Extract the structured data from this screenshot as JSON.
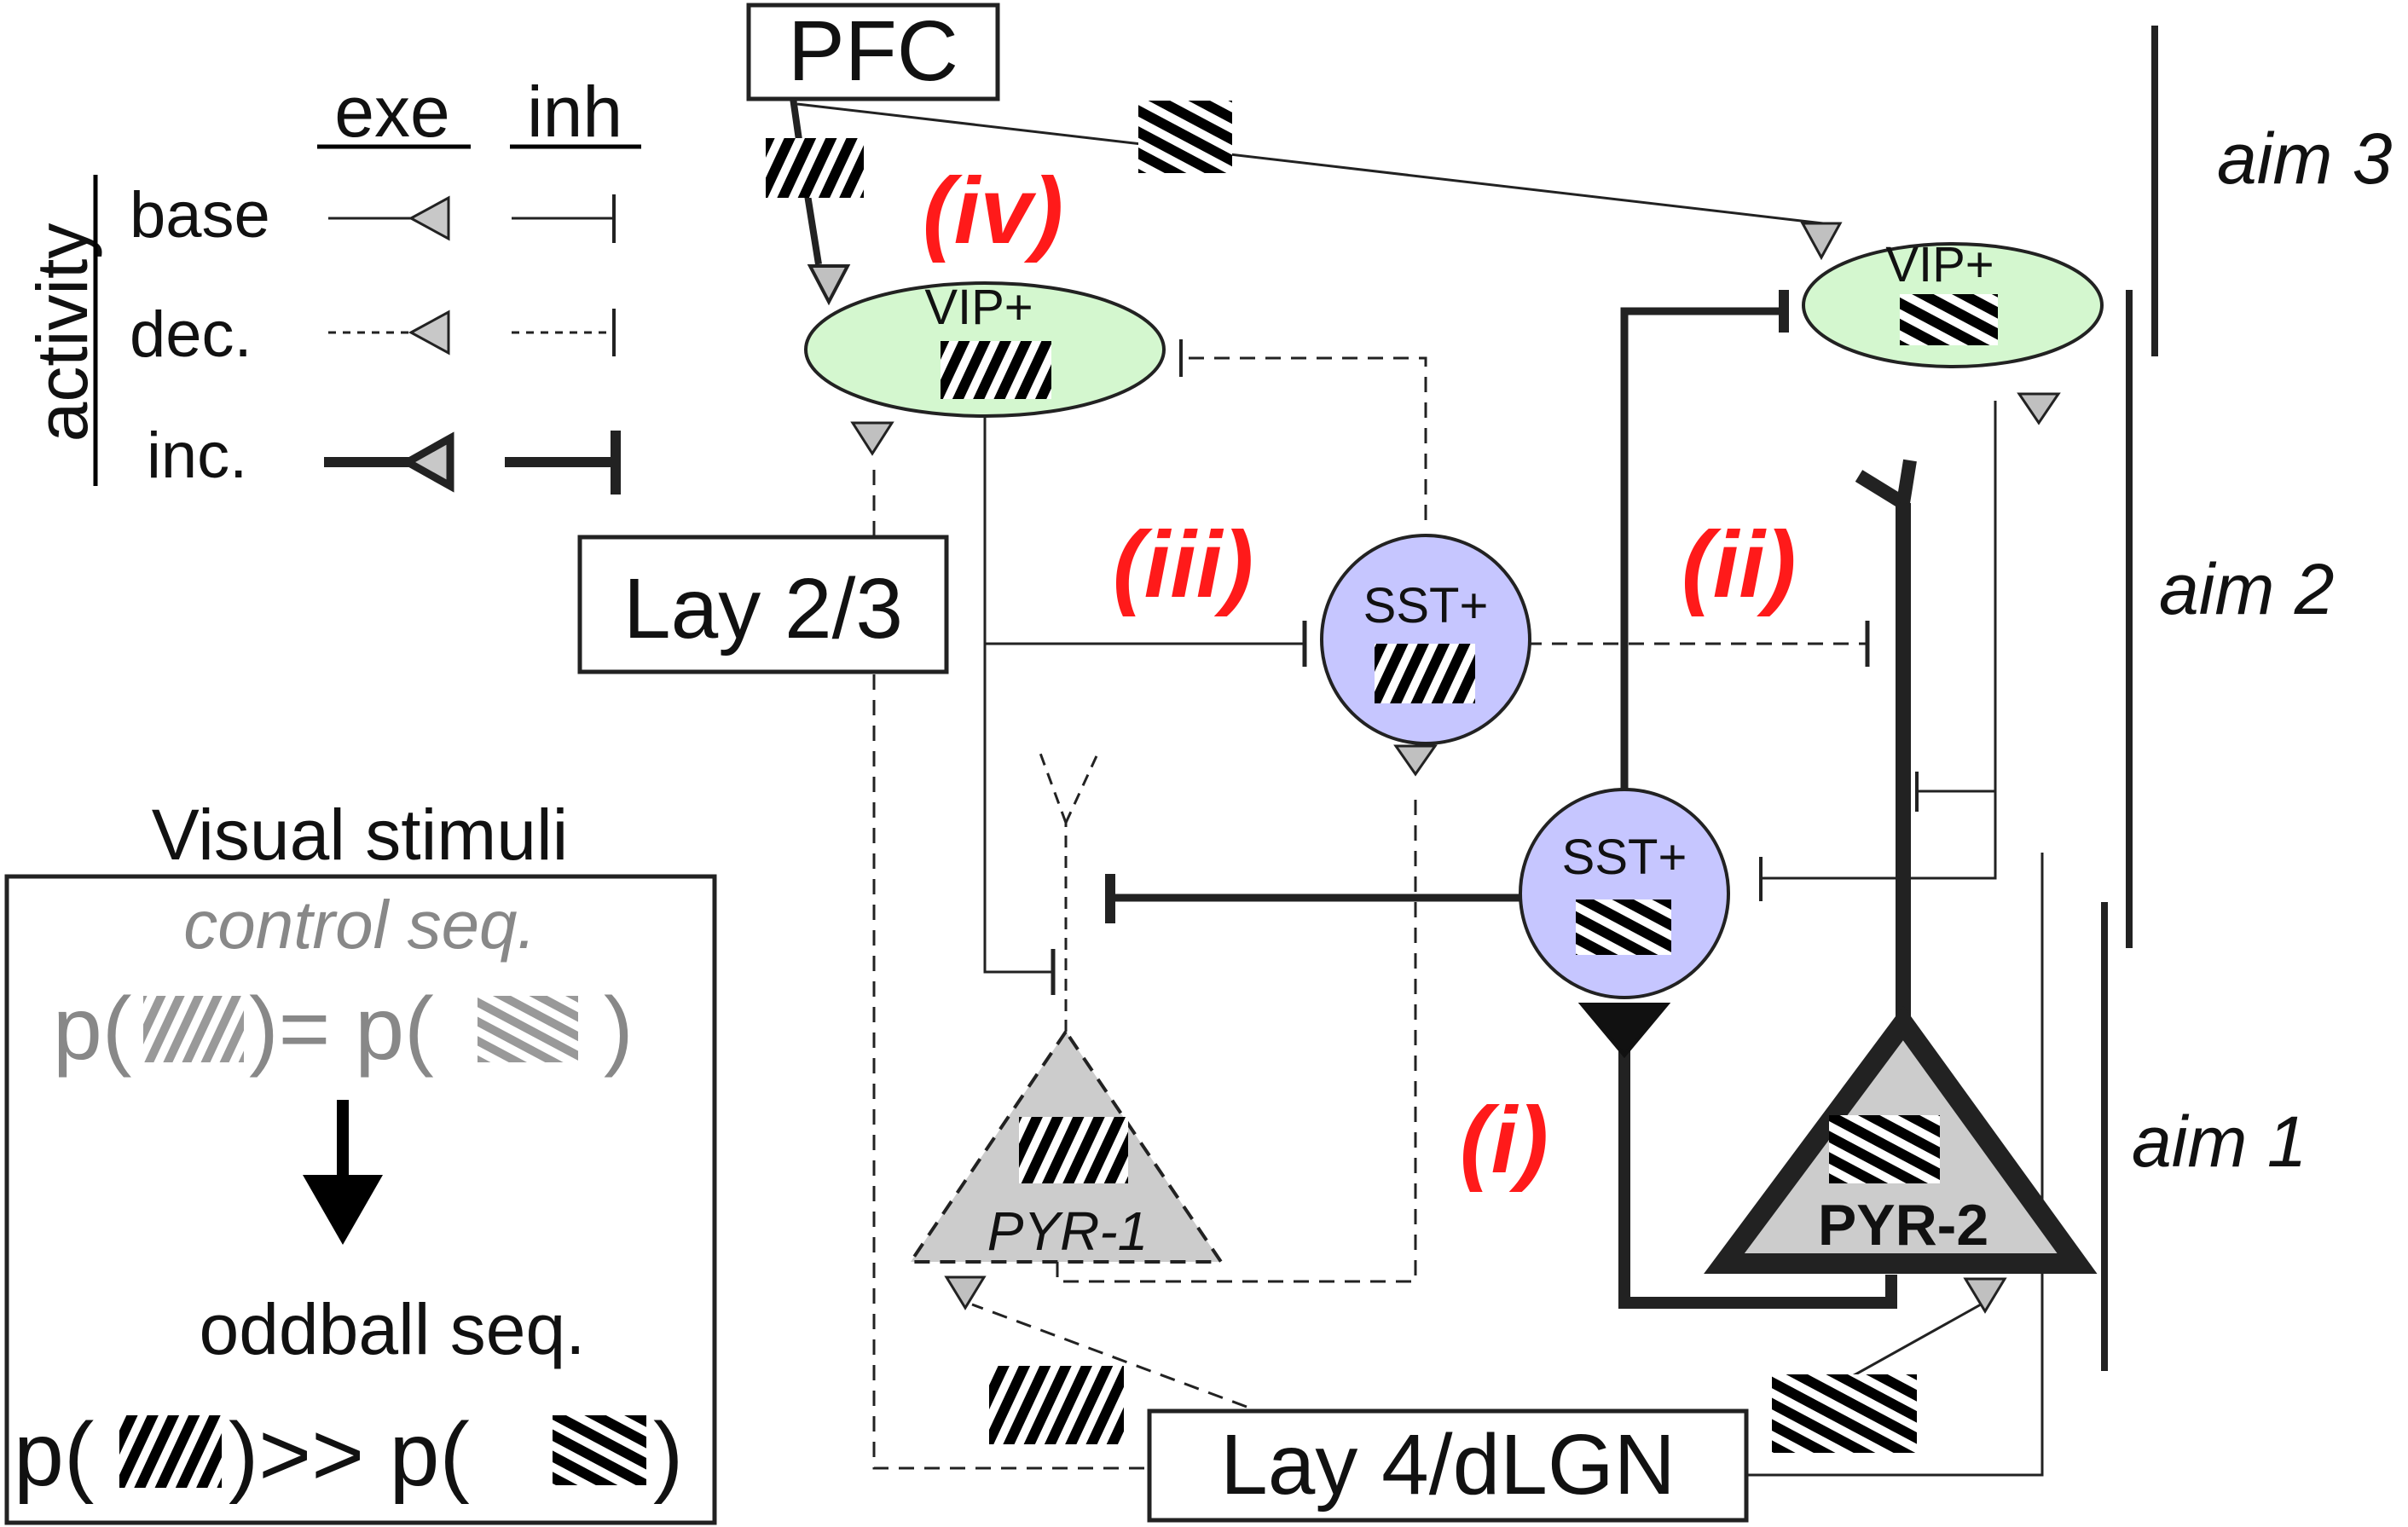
{
  "legend": {
    "activity": "activity",
    "exe": "exe",
    "inh": "inh",
    "base": "base",
    "dec": "dec.",
    "inc": "inc."
  },
  "boxes": {
    "pfc": "PFC",
    "lay23": "Lay 2/3",
    "lay4": "Lay 4/dLGN"
  },
  "cells": {
    "vip_left": "VIP+",
    "vip_right": "VIP+",
    "sst_upper": "SST+",
    "sst_lower": "SST+",
    "pyr1": "PYR-1",
    "pyr2": "PYR-2"
  },
  "circuits": {
    "i": "(i)",
    "ii": "(ii)",
    "iii": "(iii)",
    "iv": "(iv)"
  },
  "aims": {
    "aim1": "aim 1",
    "aim2": "aim 2",
    "aim3": "aim 3"
  },
  "stimuli": {
    "title": "Visual stimuli",
    "control": "control seq.",
    "control_left": "p(",
    "control_mid": ")= p(",
    "control_right": ")",
    "oddball": "oddball seq.",
    "oddball_left": "p(",
    "oddball_mid": ")>> p(",
    "oddball_right": ")"
  },
  "colors": {
    "vip_fill": "#d4f7cf",
    "sst_fill": "#c6c6ff",
    "pyr1_fill": "#cccccc",
    "pyr2_fill": "#cccccc",
    "terminal_fill": "#c0c0c0",
    "label_red": "#ff1a1a",
    "control_gray": "#888888"
  }
}
